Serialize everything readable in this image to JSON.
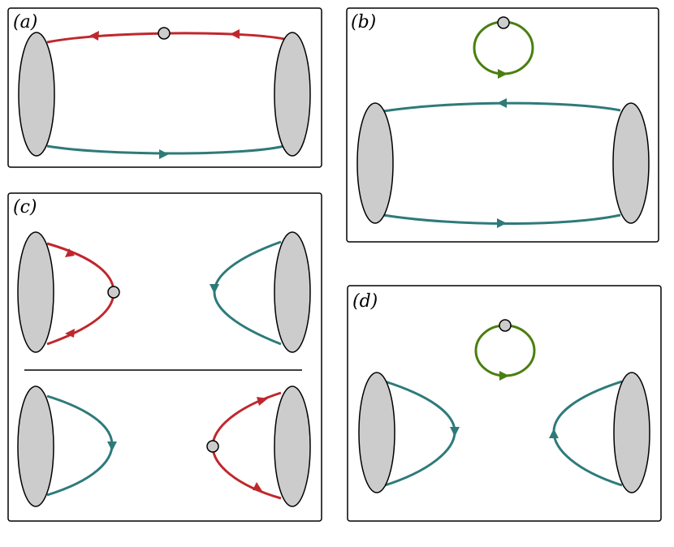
{
  "panels": [
    {
      "id": "a",
      "label": "(a)"
    },
    {
      "id": "b",
      "label": "(b)"
    },
    {
      "id": "c",
      "label": "(c)"
    },
    {
      "id": "d",
      "label": "(d)"
    }
  ],
  "colors": {
    "red": "#c0272d",
    "teal": "#2e7a7a",
    "green": "#4a7f10",
    "disk_fill": "#cccccc",
    "vertex_fill": "#cccccc",
    "frame": "#000000"
  }
}
